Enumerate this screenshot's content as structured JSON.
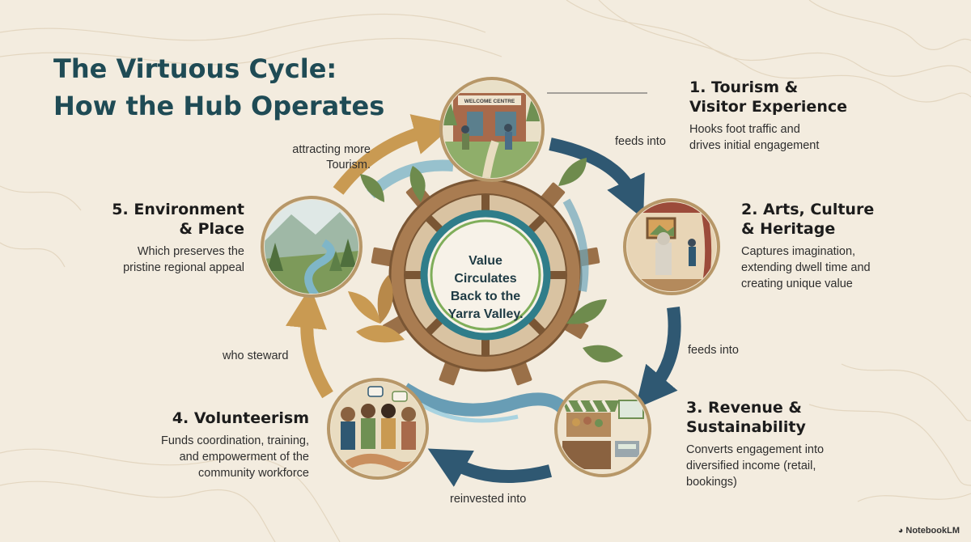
{
  "title": {
    "line1": "The Virtuous Cycle:",
    "line2": "How the Hub Operates"
  },
  "center": {
    "lines": [
      "Value",
      "Circulates",
      "Back to the",
      "Yarra Valley."
    ]
  },
  "stages": [
    {
      "title_lines": [
        "1. Tourism &",
        "Visitor Experience"
      ],
      "desc_lines": [
        "Hooks foot traffic and",
        "drives initial engagement"
      ],
      "sign_text": "WELCOME CENTRE"
    },
    {
      "title_lines": [
        "2. Arts, Culture",
        "& Heritage"
      ],
      "desc_lines": [
        "Captures imagination,",
        "extending dwell time and",
        "creating unique value"
      ]
    },
    {
      "title_lines": [
        "3. Revenue &",
        "Sustainability"
      ],
      "desc_lines": [
        "Converts engagement into",
        "diversified income (retail,",
        "bookings)"
      ]
    },
    {
      "title_lines": [
        "4. Volunteerism"
      ],
      "desc_lines": [
        "Funds coordination, training,",
        "and empowerment of the",
        "community workforce"
      ]
    },
    {
      "title_lines": [
        "5. Environment",
        "& Place"
      ],
      "desc_lines": [
        "Which preserves the",
        "pristine regional appeal"
      ]
    }
  ],
  "connectors": {
    "c1_2": [
      "feeds into"
    ],
    "c2_3": [
      "feeds into"
    ],
    "c3_4": [
      "reinvested into"
    ],
    "c4_5": [
      "who steward"
    ],
    "c5_1": [
      "attracting more",
      "Tourism."
    ]
  },
  "brand": "NotebookLM",
  "colors": {
    "background": "#f3ecdf",
    "title": "#1f4b55",
    "arrow_blue": "#2f5872",
    "arrow_gold": "#c99a52",
    "gear": "#9a7048",
    "center_ring": "#2f7d8a",
    "leaf": "#6e8b4d"
  }
}
